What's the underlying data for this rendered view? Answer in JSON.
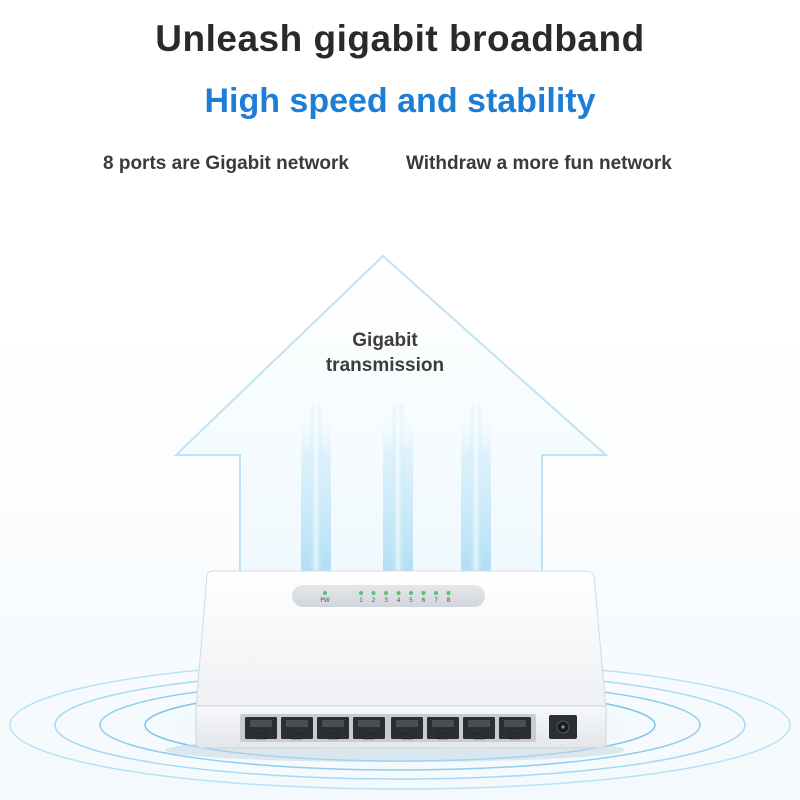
{
  "header": {
    "title": "Unleash gigabit broadband",
    "subtitle": "High speed and stability",
    "feature_left": "8 ports are Gigabit network",
    "feature_right": "Withdraw a more fun network"
  },
  "arrow": {
    "label_line1": "Gigabit",
    "label_line2": "transmission"
  },
  "device": {
    "power_label": "PW",
    "port_labels": [
      "1",
      "2",
      "3",
      "4",
      "5",
      "6",
      "7",
      "8"
    ],
    "port_count": 8
  },
  "colors": {
    "accent": "#1e7ed6",
    "arrow_outline": "#bfe3f4",
    "led": "#52c46a",
    "device_body": "#f5f6f8"
  }
}
